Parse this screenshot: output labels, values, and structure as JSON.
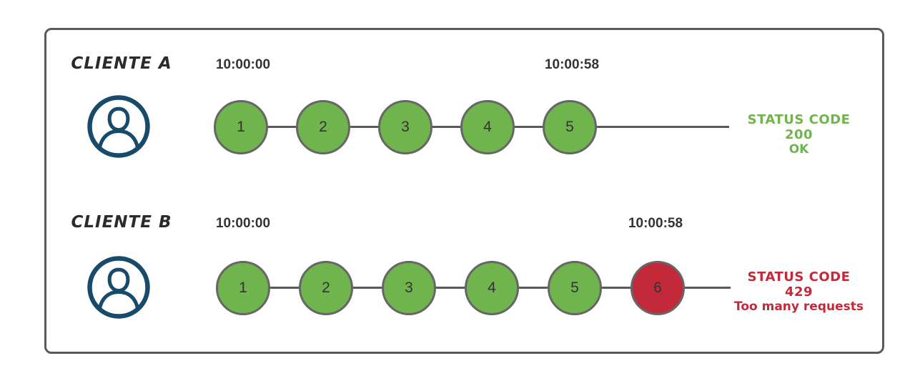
{
  "colors": {
    "request_ok": "#6FB44C",
    "request_blocked": "#C4293A",
    "circle_border": "#666666",
    "timeline_line": "#5A5A5A",
    "panel_border": "#5A5A5A",
    "avatar_blue": "#174A6B",
    "timestamp_text": "#333333",
    "client_text": "#2B2B2B"
  },
  "rows": [
    {
      "client_label": "CLIENTE A",
      "avatar_icon": "user-icon",
      "start_time": "10:00:00",
      "end_time": "10:00:58",
      "requests": [
        {
          "label": "1",
          "status": "ok"
        },
        {
          "label": "2",
          "status": "ok"
        },
        {
          "label": "3",
          "status": "ok"
        },
        {
          "label": "4",
          "status": "ok"
        },
        {
          "label": "5",
          "status": "ok"
        }
      ],
      "status": {
        "line1": "STATUS CODE 200",
        "line2": "OK",
        "color": "#6FB44C"
      }
    },
    {
      "client_label": "CLIENTE B",
      "avatar_icon": "user-icon",
      "start_time": "10:00:00",
      "end_time": "10:00:58",
      "requests": [
        {
          "label": "1",
          "status": "ok"
        },
        {
          "label": "2",
          "status": "ok"
        },
        {
          "label": "3",
          "status": "ok"
        },
        {
          "label": "4",
          "status": "ok"
        },
        {
          "label": "5",
          "status": "ok"
        },
        {
          "label": "6",
          "status": "blocked"
        }
      ],
      "status": {
        "line1": "STATUS CODE 429",
        "line2": "Too many requests",
        "color": "#C4293A"
      }
    }
  ]
}
